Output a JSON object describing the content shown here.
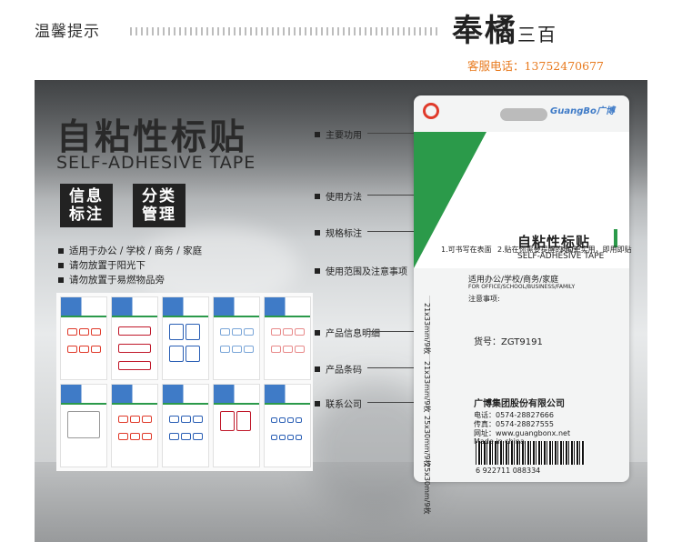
{
  "header": {
    "tip_title": "温馨提示",
    "brand_name": "奉橘",
    "brand_name_small": "三百",
    "service_line": "客服电话：13752470677"
  },
  "product": {
    "title": "自粘性标贴",
    "subtitle": "SELF-ADHESIVE TAPE",
    "badges": [
      "信息\n标注",
      "分类\n管理"
    ],
    "bullets": [
      "适用于办公 / 学校 / 商务 / 家庭",
      "请勿放置于阳光下",
      "请勿放置于易燃物品旁"
    ]
  },
  "callouts": [
    "主要功用",
    "使用方法",
    "规格标注",
    "使用范围及注意事项",
    "产品信息明细",
    "产品条码",
    "联系公司"
  ],
  "package": {
    "brand": "GuangBo广博",
    "title": "自粘性标贴",
    "subtitle": "SELF-ADHESIVE TAPE",
    "steps": [
      "1.可书写在表面",
      "2.贴在你需要提醒的地方",
      "3.简单实用，即用即贴"
    ],
    "usage": "适用办公/学校/商务/家庭",
    "usage_en": "FOR OFFICE/SCHOOL/BUSINESS/FAMILY",
    "notice": "注意事项:",
    "model": "货号：ZGT9191",
    "barcode_number": "6 922711 088334",
    "company": "广博集团股份有限公司",
    "phone1": "电话：0574-28827666",
    "phone2": "传真：0574-28827555",
    "site": "网址：www.guangbonx.net",
    "made": "Made in china",
    "spec_labels": [
      "21x33mm/9枚",
      "21x33mm/9枚",
      "25x30mm/9枚",
      "25x30mm/9枚"
    ]
  },
  "colors": {
    "accent_green": "#2b9a4a",
    "accent_blue": "#3f7bc7",
    "accent_red": "#e03a2a",
    "service_orange": "#e87a1e"
  }
}
